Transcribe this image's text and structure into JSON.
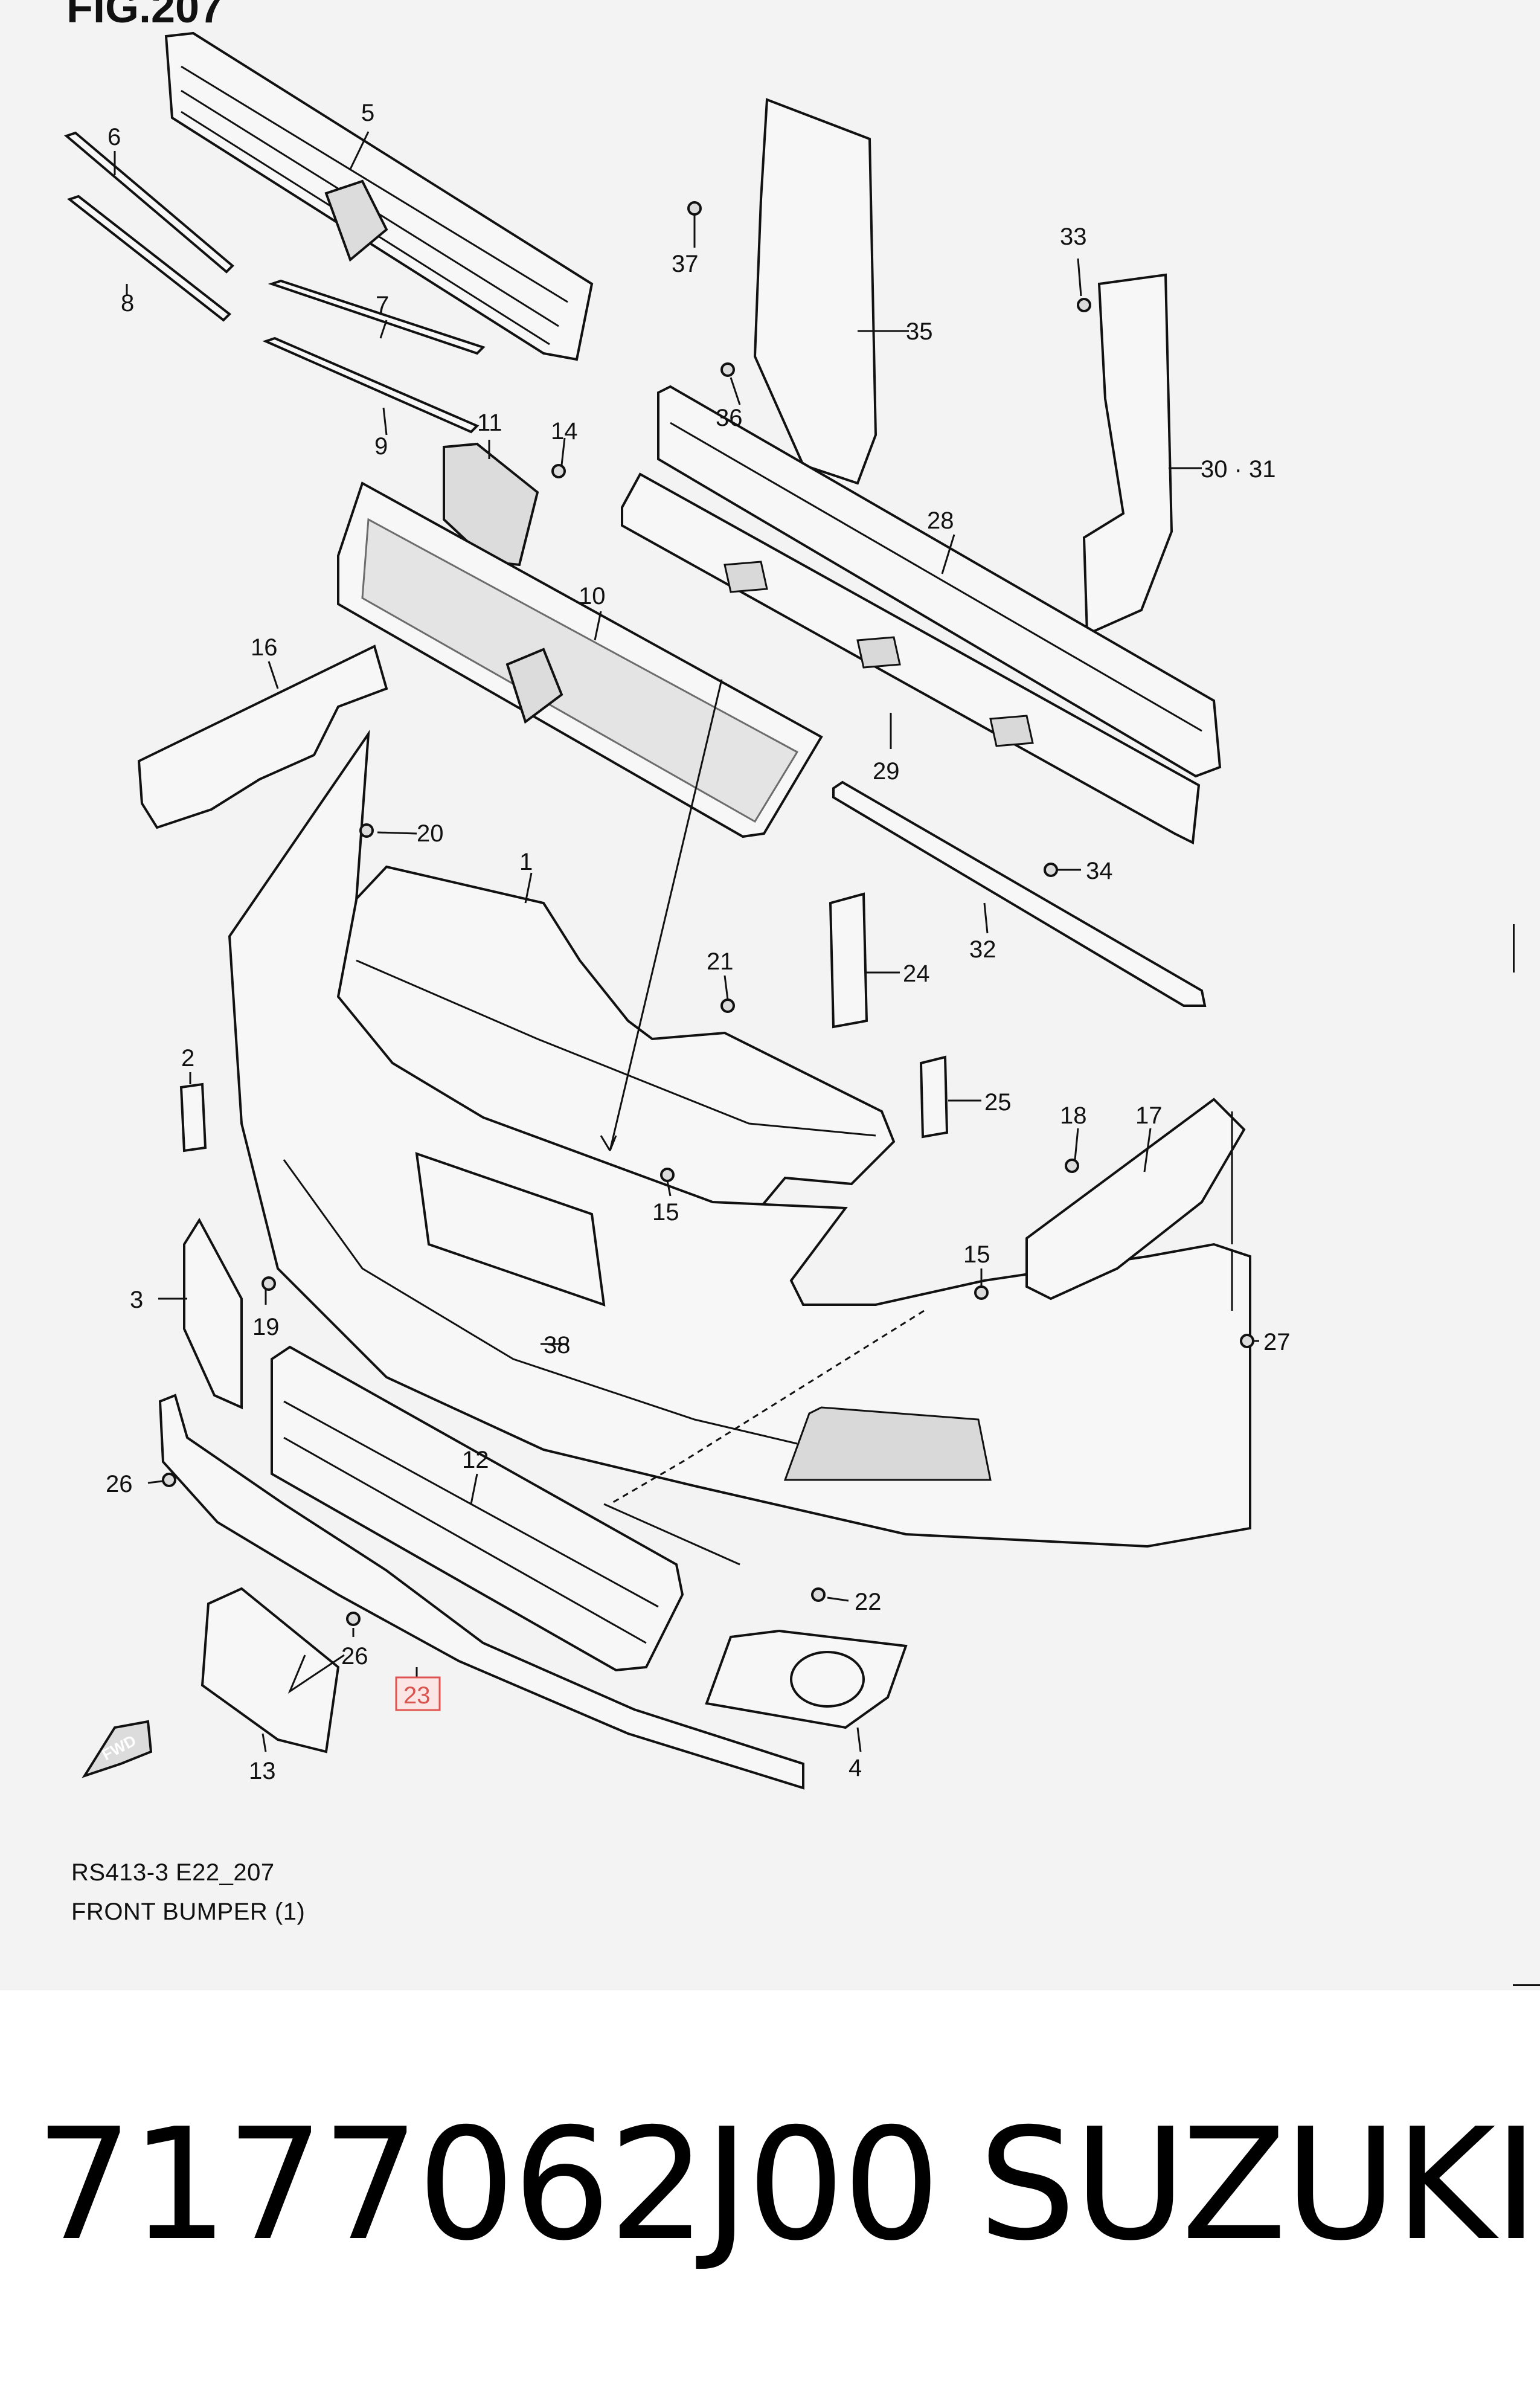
{
  "figure": {
    "title": "FIG.207",
    "diagram_code": "RS413-3 E22_207",
    "diagram_title": "FRONT BUMPER (1)",
    "highlighted_callout": "23",
    "highlight_color": "#e0544f",
    "fwd_label": "FWD"
  },
  "callouts": [
    {
      "label": "5"
    },
    {
      "label": "6"
    },
    {
      "label": "8"
    },
    {
      "label": "7"
    },
    {
      "label": "9"
    },
    {
      "label": "37"
    },
    {
      "label": "35"
    },
    {
      "label": "36"
    },
    {
      "label": "33"
    },
    {
      "label": "30 · 31"
    },
    {
      "label": "11"
    },
    {
      "label": "14"
    },
    {
      "label": "28"
    },
    {
      "label": "10"
    },
    {
      "label": "16"
    },
    {
      "label": "29"
    },
    {
      "label": "20"
    },
    {
      "label": "34"
    },
    {
      "label": "1"
    },
    {
      "label": "32"
    },
    {
      "label": "24"
    },
    {
      "label": "21"
    },
    {
      "label": "2"
    },
    {
      "label": "25"
    },
    {
      "label": "18"
    },
    {
      "label": "17"
    },
    {
      "label": "15"
    },
    {
      "label": "15"
    },
    {
      "label": "3"
    },
    {
      "label": "19"
    },
    {
      "label": "27"
    },
    {
      "label": "38"
    },
    {
      "label": "26"
    },
    {
      "label": "12"
    },
    {
      "label": "22"
    },
    {
      "label": "26"
    },
    {
      "label": "23"
    },
    {
      "label": "13"
    },
    {
      "label": "4"
    }
  ],
  "footer": {
    "part_number": "7177062J00",
    "brand": "SUZUKI"
  }
}
